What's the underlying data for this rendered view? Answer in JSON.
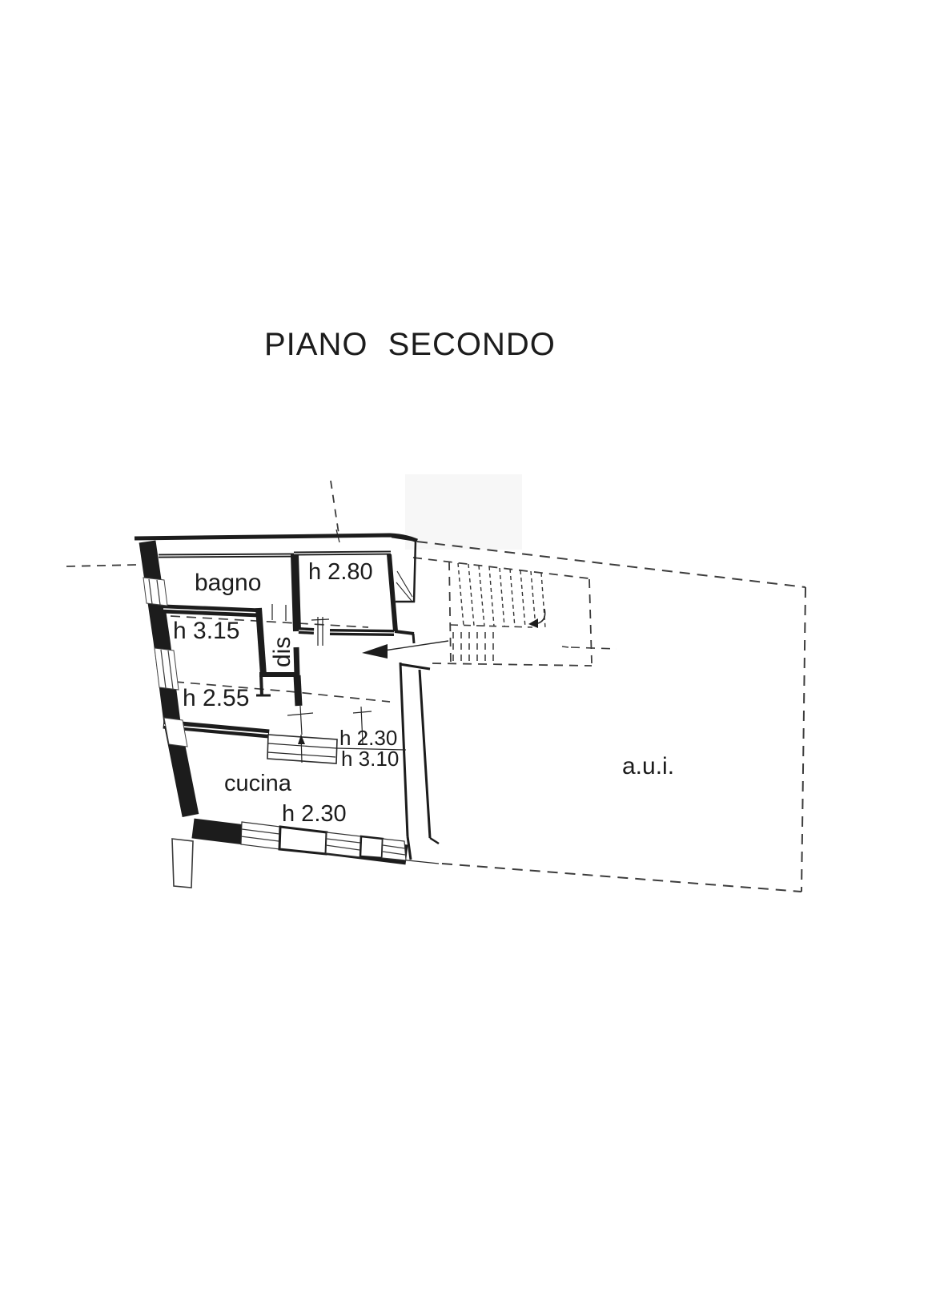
{
  "colors": {
    "paper": "#ffffff",
    "ink": "#1c1c1c",
    "dash": "#3c3c3c"
  },
  "title": "PIANO SECONDO",
  "labels": {
    "bagno": "bagno",
    "dis": "dis",
    "cucina": "cucina",
    "aui": "a.u.i."
  },
  "heights": {
    "room_top_right": "h 2.80",
    "zone_upper": "h 3.15",
    "zone_lower": "h 2.55",
    "step_upper": "h 2.30",
    "step_lower": "h 3.10",
    "cucina": "h 2.30"
  }
}
